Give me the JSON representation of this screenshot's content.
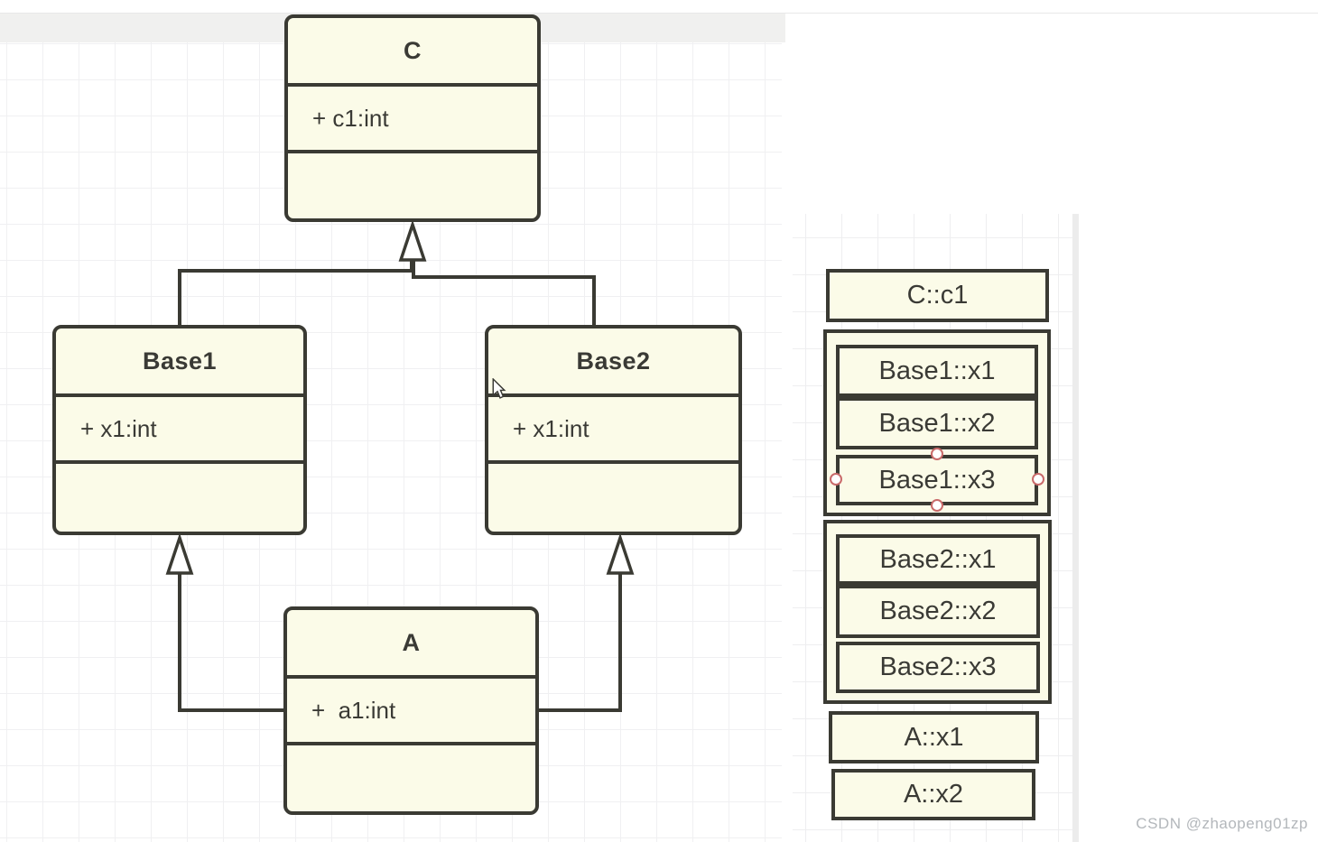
{
  "palette": {
    "box_fill": "#fbfbe8",
    "box_border": "#3a3a33",
    "text": "#3a3a35",
    "grid_line": "#f0f0f2",
    "toolbar_strip": "#f0f0ef",
    "selection_handle": "#c96a6a",
    "watermark_color": "#b3b7bb"
  },
  "class_diagram": {
    "classes": {
      "c": {
        "title": "C",
        "attribute": "+ c1:int"
      },
      "base1": {
        "title": "Base1",
        "attribute": "+ x1:int"
      },
      "base2": {
        "title": "Base2",
        "attribute": "+ x1:int"
      },
      "a": {
        "title": "A",
        "attribute": "+  a1:int"
      }
    },
    "relations": [
      {
        "from": "Base1",
        "to": "C",
        "type": "generalization"
      },
      {
        "from": "Base2",
        "to": "C",
        "type": "generalization"
      },
      {
        "from": "A",
        "to": "Base1",
        "type": "generalization"
      },
      {
        "from": "A",
        "to": "Base2",
        "type": "generalization"
      }
    ]
  },
  "memory_layout": {
    "c_c1": "C::c1",
    "base1_x1": "Base1::x1",
    "base1_x2": "Base1::x2",
    "base1_x3": "Base1::x3",
    "base2_x1": "Base2::x1",
    "base2_x2": "Base2::x2",
    "base2_x3": "Base2::x3",
    "a_x1": "A::x1",
    "a_x2": "A::x2",
    "selected_cell": "Base1::x3"
  },
  "watermark": "CSDN @zhaopeng01zp"
}
